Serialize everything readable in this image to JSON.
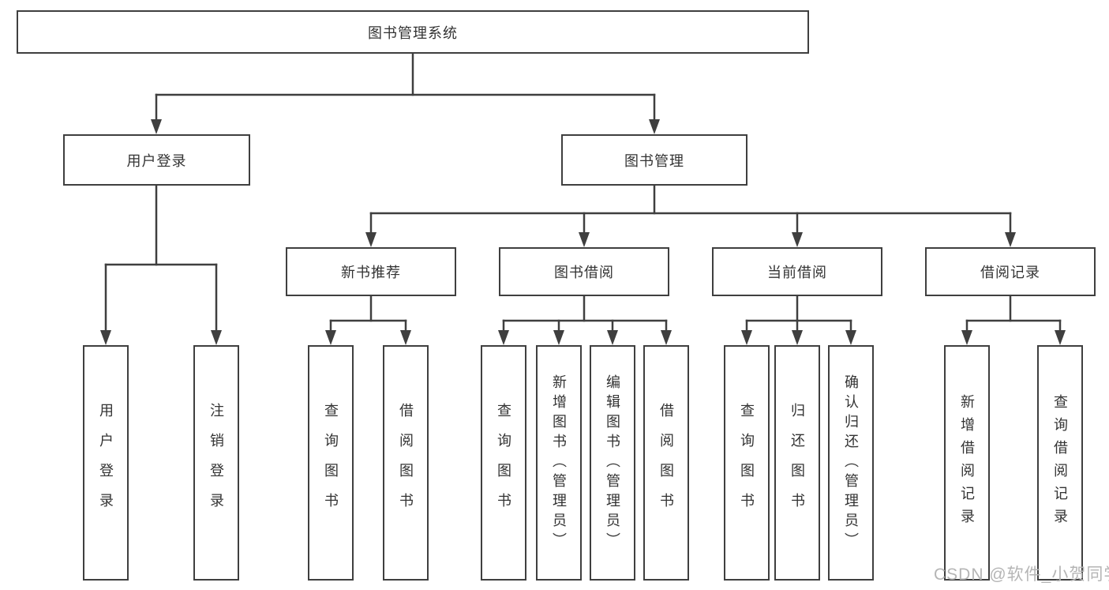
{
  "tree": {
    "root": "图书管理系统",
    "children": [
      {
        "label": "用户登录",
        "children": [
          "用户登录",
          "注销登录"
        ]
      },
      {
        "label": "图书管理",
        "children": [
          {
            "label": "新书推荐",
            "children": [
              "查询图书",
              "借阅图书"
            ]
          },
          {
            "label": "图书借阅",
            "children": [
              "查询图书",
              "新增图书（管理员）",
              "编辑图书（管理员）",
              "借阅图书"
            ]
          },
          {
            "label": "当前借阅",
            "children": [
              "查询图书",
              "归还图书",
              "确认归还（管理员）"
            ]
          },
          {
            "label": "借阅记录",
            "children": [
              "新增借阅记录",
              "查询借阅记录"
            ]
          }
        ]
      }
    ]
  },
  "watermark": "CSDN @软件_小贺同学",
  "colors": {
    "line": "#3f3f3f",
    "text": "#333333",
    "watermark": "#b5b5b5",
    "background": "#ffffff"
  }
}
